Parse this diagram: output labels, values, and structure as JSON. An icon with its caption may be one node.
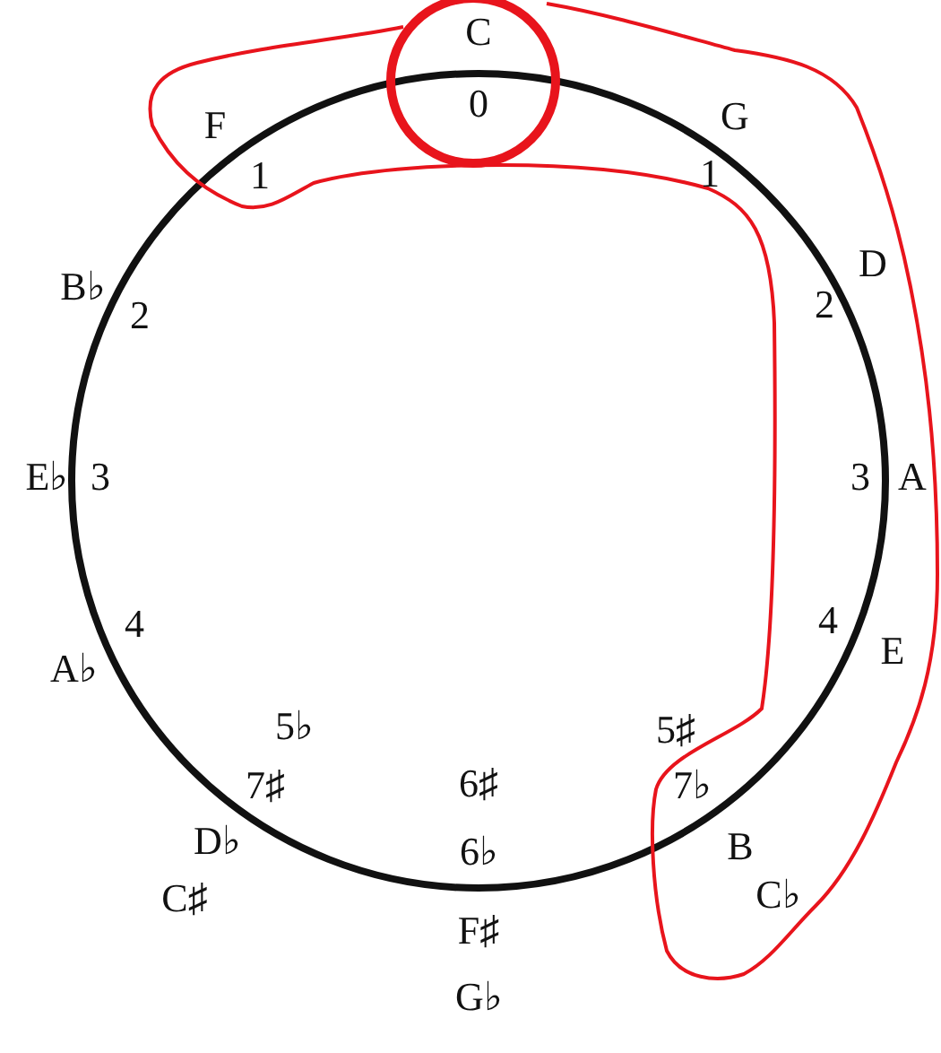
{
  "diagram": {
    "labels": [
      "C",
      "F",
      "0",
      "G",
      "1",
      "1",
      "D",
      "B♭",
      "2",
      "2",
      "E♭",
      "3",
      "3",
      "A",
      "4",
      "4",
      "E",
      "A♭",
      "5♭",
      "5♯",
      "7♯",
      "6♯",
      "7♭",
      "D♭",
      "6♭",
      "B",
      "C♯",
      "C♭",
      "F♯",
      "G♭"
    ]
  }
}
